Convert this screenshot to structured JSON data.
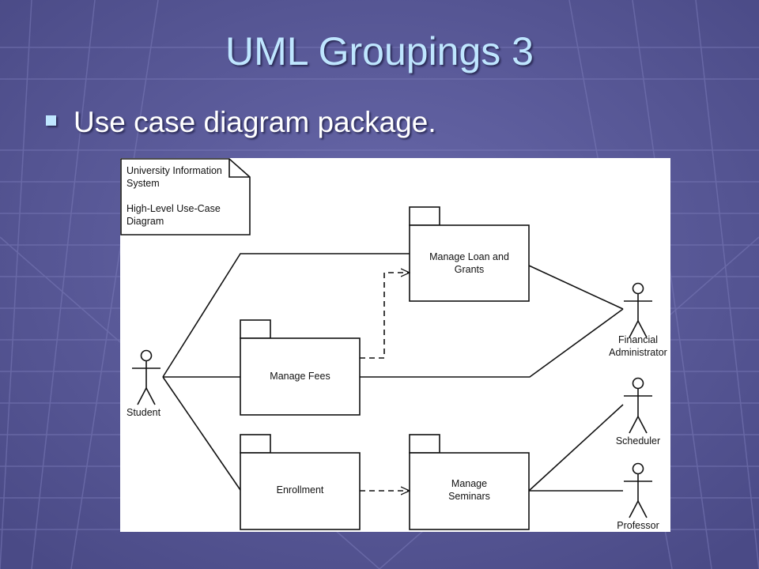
{
  "slide": {
    "title": "UML Groupings 3",
    "bullet": "Use case diagram package."
  },
  "diagram": {
    "note": {
      "line1": "University Information",
      "line2": "System",
      "line3": "High-Level Use-Case",
      "line4": "Diagram"
    },
    "packages": {
      "loan": {
        "line1": "Manage Loan and",
        "line2": "Grants"
      },
      "fees": {
        "line1": "Manage Fees"
      },
      "enrollment": {
        "line1": "Enrollment"
      },
      "seminars": {
        "line1": "Manage",
        "line2": "Seminars"
      }
    },
    "actors": {
      "student": "Student",
      "financial_admin": {
        "line1": "Financial",
        "line2": "Administrator"
      },
      "scheduler": "Scheduler",
      "professor": "Professor"
    }
  },
  "colors": {
    "background": "#5a5a9a",
    "title": "#bfe6ff",
    "bullet_text": "#ffffff"
  },
  "icons": {
    "bullet": "square-bullet-icon"
  }
}
